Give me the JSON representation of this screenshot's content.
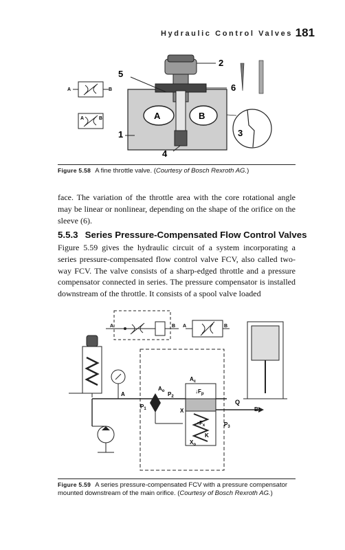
{
  "header": {
    "running_title": "Hydraulic Control Valves",
    "page_number": "181"
  },
  "figure_558": {
    "labels": {
      "n1": "1",
      "n2": "2",
      "n3": "3",
      "n4": "4",
      "n5": "5",
      "n6": "6",
      "A": "A",
      "B": "B",
      "sym1_A": "A",
      "sym1_B": "B",
      "sym2_A": "A",
      "sym2_B": "B"
    },
    "caption_label": "Figure 5.58",
    "caption_text": "A fine throttle valve. (",
    "caption_italic": "Courtesy of Bosch Rexroth AG.",
    "caption_end": ")"
  },
  "body": {
    "para1": "face. The variation of the throttle area with the core rotational angle may be linear or nonlinear, depending on the shape of the orifice on the sleeve (6).",
    "section_number": "5.5.3",
    "section_title": "Series Pressure-Compensated Flow Control Valves",
    "para2": "Figure 5.59 gives the hydraulic circuit of a system incorporating a series pressure-compensated flow control valve FCV, also called two-way FCV. The valve consists of a sharp-edged throttle and a pressure compensator connected in series. The pressure compensator is installed downstream of the throttle. It consists of a spool valve loaded"
  },
  "figure_559": {
    "labels": {
      "A_top": "A",
      "B_top": "B",
      "A_top2": "A",
      "B_top2": "B",
      "A": "A",
      "A0": "A",
      "A0_sub": "o",
      "P2": "P",
      "P2_sub": "2",
      "P1": "P",
      "P1_sub": "1",
      "Ac": "A",
      "Ac_sub": "c",
      "Fp": "↓F",
      "Fp_sub": "p",
      "X": "X",
      "Q": "Q",
      "B": "B",
      "P3": "P",
      "P3_sub": "3",
      "Fx": "↑F",
      "Fx_sub": "x",
      "K": "K",
      "X0": "X",
      "X0_sub": "o"
    },
    "caption_label": "Figure 5.59",
    "caption_text": "A series pressure-compensated FCV with a pressure compensator mounted downstream of the main orifice. (",
    "caption_italic": "Courtesy of Bosch Rexroth AG.",
    "caption_end": ")"
  }
}
